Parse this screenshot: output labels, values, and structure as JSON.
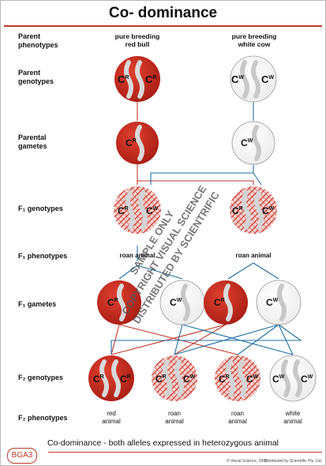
{
  "title": "Co- dominance",
  "rows": {
    "parent_phenotypes": [
      "Parent",
      "phenotypes"
    ],
    "parent_genotypes": [
      "Parent",
      "genotypes"
    ],
    "parental_gametes": [
      "Parental",
      "gametes"
    ],
    "f1_genotypes": "F₁ genotypes",
    "f1_phenotypes": "F₁ phenotypes",
    "f1_gametes": "F₁ gametes",
    "f2_genotypes": "F₂ genotypes",
    "f2_phenotypes": "F₂ phenotypes"
  },
  "parents": {
    "red": [
      "pure breeding",
      "red bull"
    ],
    "white": [
      "pure breeding",
      "white cow"
    ]
  },
  "f1_pheno": {
    "left": "roan animal",
    "right": "roan animal"
  },
  "f2_pheno": [
    [
      "red",
      "animal"
    ],
    [
      "roan",
      "animal"
    ],
    [
      "roan",
      "animal"
    ],
    [
      "white",
      "animal"
    ]
  ],
  "alleles": {
    "base": "C",
    "red": "R",
    "white": "W"
  },
  "watermark": [
    "SAMPLE ONLY",
    "COPYRIGHT VISUAL SCIENCE",
    "DISTRIBUTED BY SCIENTRIFIC"
  ],
  "footer": {
    "note": "Co-dominance - both alleles expressed in heterozygous animal",
    "badge": "BGA3",
    "copyright": "© Visual Science, 2006",
    "distributor": "Distributed by Scientrific Pty. Ltd."
  },
  "colors": {
    "red": "#c72a1f",
    "red_dark": "#8f1a12",
    "blue_line": "#1f6fa3",
    "red_line": "#c0392b",
    "grey": "#9a9a9a"
  }
}
